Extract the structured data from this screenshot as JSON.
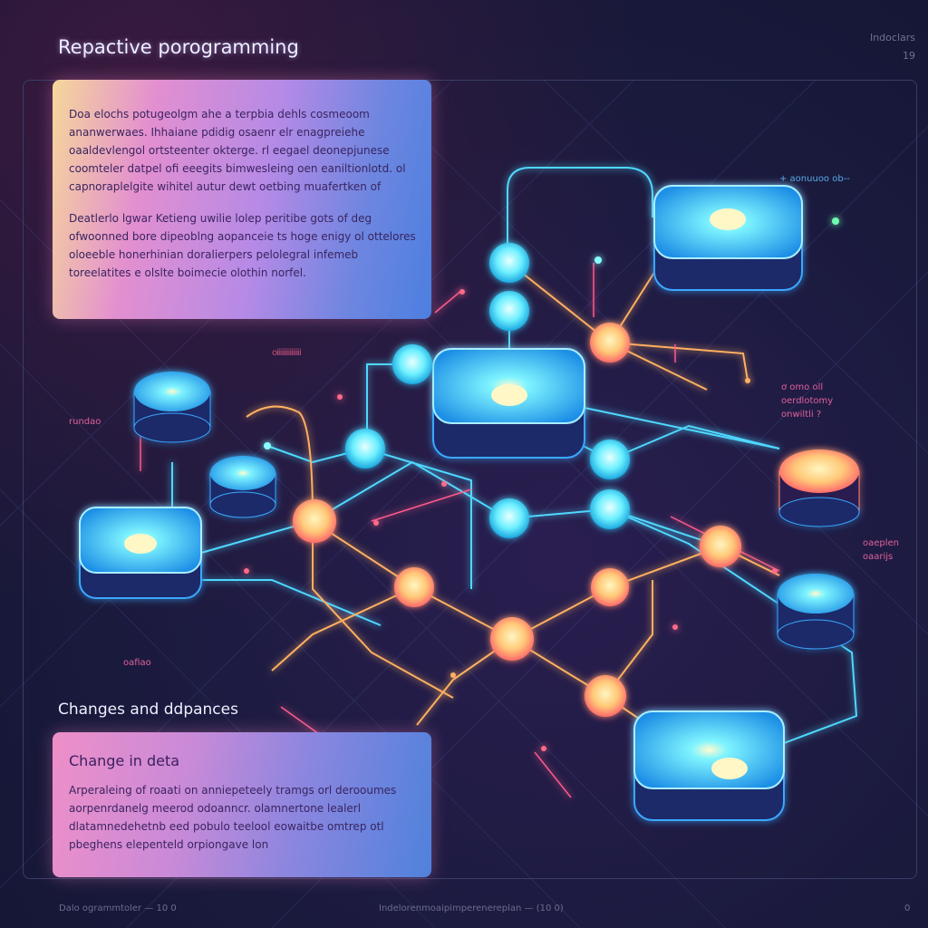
{
  "header": {
    "title": "Repactive porogramming",
    "corner_label": "Indoclars",
    "corner_number": "19"
  },
  "top_card": {
    "paragraph1": "Doa elochs potugeolgm ahe a terpbia dehls cosmeoom ananwerwaes. Ihhaiane pdidig osaenr elr enagpreiehe oaaldevlengol ortsteenter okterge. rl eegael deonepjunese coomteler datpel ofi eeegits bimwesleing oen eaniltionlotd. ol capnoraplelgite wihitel autur dewt oetbing muafertken of",
    "paragraph2": "Deatlerlo lgwar Ketieng uwilie lolep peritibe gots of deg ofwoonned bore dipeoblng aopanceie ts hoge enigy ol ottelores oloeeble honerhinian doralierpers pelolegral infemeb toreelatites e olslte boimecie olothin norfel."
  },
  "section_heading": "Changes and ddpances",
  "bottom_card": {
    "heading": "Change in deta",
    "paragraph": "Arperaleing of roaati on anniepeteely tramgs orl derooumes aorpenrdanelg meerod odoanncr. olamnertone lealerl dlatamnedehetnb eed pobulo teelool eowaitbe omtrep otl pbeghens elepenteld orpiongave lon"
  },
  "diagram_labels": {
    "left": "rundao",
    "lower_left": "oafiao",
    "upper_right": "+ aonuuoo ob--",
    "right_mid": [
      "ơ omo oll",
      "oerdlotomy",
      "onwiltli ?"
    ],
    "right_low": [
      "oaeplen",
      "oaarijs"
    ],
    "chip_left": "oiiiiiiiiiiiiiii"
  },
  "footer": {
    "left": "Dalo ogrammtoler — 10 0",
    "center": "Indelorenmoaipimperenereplan — (10 0)",
    "right": "0"
  },
  "colors": {
    "cyan_node": "#5fe8ff",
    "orange_node": "#ffc46a",
    "pink_line": "#ff5a8a",
    "background": "#191a3c"
  }
}
